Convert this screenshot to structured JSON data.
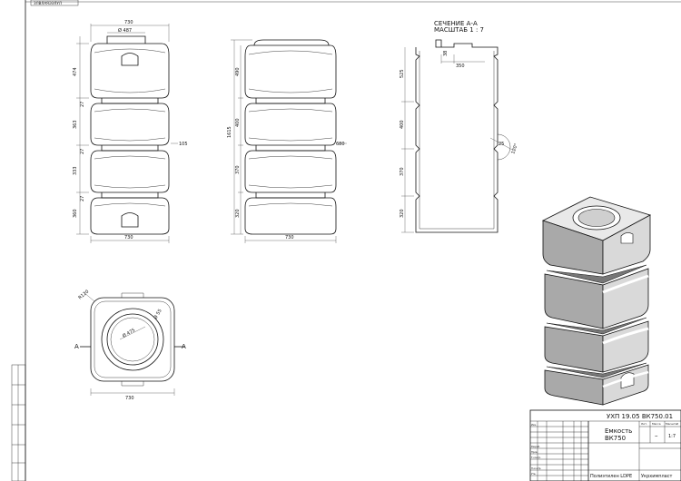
{
  "sheet_tag": "ЗЛВЛАЯЭЭЛУЛ",
  "front_view": {
    "width_top": "730",
    "neck_diameter": "Ø 487",
    "heights": [
      "474",
      "363",
      "333",
      "360"
    ],
    "gaps": [
      "27",
      "27",
      "27"
    ],
    "side_note": "105",
    "width_bottom": "730"
  },
  "side_view": {
    "overall_height": "1615",
    "heights": [
      "490",
      "400",
      "370",
      "320"
    ],
    "side_note": "680",
    "width_bottom": "730"
  },
  "section_view": {
    "title_line1": "СЕЧЕНИЕ А-А",
    "title_line2": "МАСШТАБ 1 : 7",
    "dim_top_a": "38",
    "dim_top_b": "350",
    "heights": [
      "525",
      "400",
      "370",
      "320"
    ],
    "detail_a": "25",
    "detail_b": "120°"
  },
  "plan_view": {
    "corner_radius": "R120",
    "inner_diameter": "Ø 475",
    "outer_label": "Ø 55",
    "section_left": "A",
    "section_right": "A",
    "width_bottom": "730"
  },
  "title_block": {
    "designation": "УХП 19.05 ВК750.01",
    "name_line1": "Емкость",
    "name_line2": "ВК750",
    "lit": "–",
    "scale": "1:7",
    "material": "Полиэтилен LDPE",
    "company": "Укрхимпласт",
    "header_cells": [
      "Лит.",
      "Масса",
      "Масштаб"
    ],
    "sign_rows": [
      "Изм.",
      "Разраб.",
      "Пров.",
      "Т.контр.",
      "Н.контр.",
      "Утв."
    ]
  }
}
